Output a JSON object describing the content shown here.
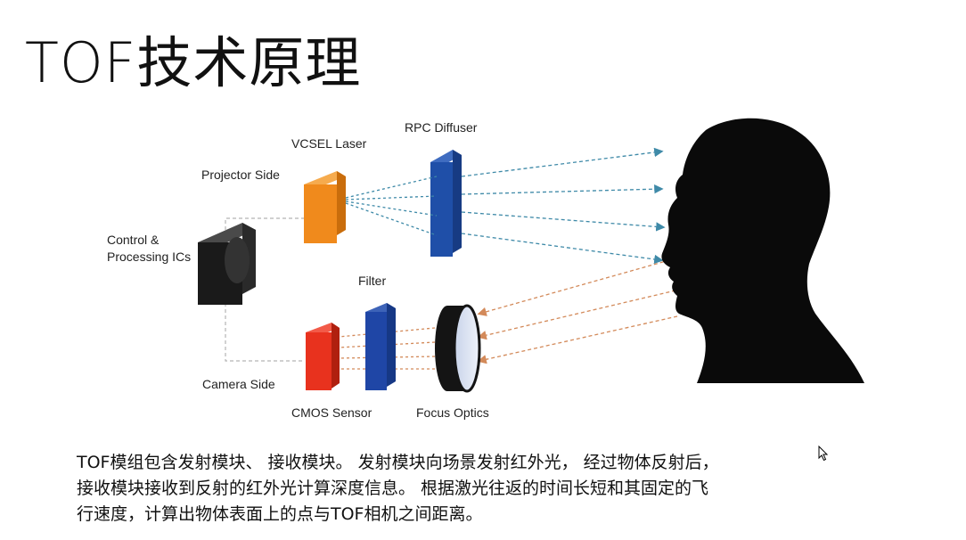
{
  "slide": {
    "title": "TOF技术原理"
  },
  "diagram": {
    "labels": {
      "projector_side": "Projector Side",
      "vcsel_laser": "VCSEL Laser",
      "rpc_diffuser": "RPC Diffuser",
      "control_line1": "Control &",
      "control_line2": "Processing ICs",
      "filter": "Filter",
      "camera_side": "Camera Side",
      "cmos_sensor": "CMOS Sensor",
      "focus_optics": "Focus Optics"
    },
    "colors": {
      "vcsel": "#f08a1c",
      "diffuser": "#1f4fa8",
      "cmos": "#e8321e",
      "filter": "#1f46a6",
      "control_ic": "#1a1a1a",
      "emit_rays": "#3f8aa8",
      "return_rays": "#d38a5a",
      "silhouette": "#0a0a0a"
    },
    "icons": [
      "head-silhouette-icon",
      "camera-lens-icon"
    ]
  },
  "description": {
    "line1": "TOF模组包含发射模块、 接收模块。 发射模块向场景发射红外光， 经过物体反射后，",
    "line2": "接收模块接收到反射的红外光计算深度信息。 根据激光往返的时间长短和其固定的飞",
    "line3": "行速度，计算出物体表面上的点与TOF相机之间距离。"
  }
}
